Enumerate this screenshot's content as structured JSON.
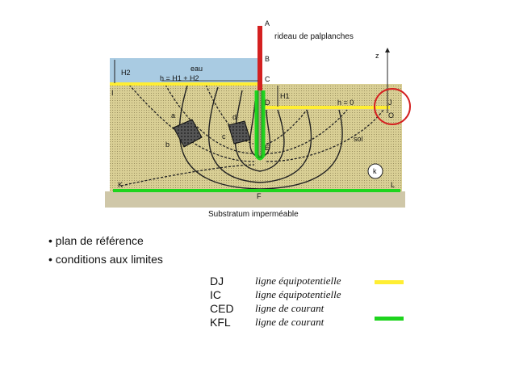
{
  "diagram": {
    "label_A": "A",
    "label_B": "B",
    "label_C": "C",
    "label_D": "D",
    "label_E": "E",
    "label_F": "F",
    "label_I": "I",
    "label_J": "J",
    "label_K": "K",
    "label_L": "L",
    "label_O": "O",
    "label_z": "z",
    "label_a": "a",
    "label_b": "b",
    "label_c": "c",
    "label_d": "d",
    "label_k": "k",
    "label_H1": "H1",
    "label_H2": "H2",
    "label_eau": "eau",
    "label_h_eq": "h = H1 + H2",
    "label_h0": "h = 0",
    "label_sol": "sol",
    "label_rideau": "rideau de palplanches",
    "label_substratum": "Substratum imperméable"
  },
  "bullets": [
    "plan de référence",
    "conditions aux limites"
  ],
  "legend": [
    {
      "code": "DJ",
      "desc": "ligne équipotentielle",
      "color": "#ffee33"
    },
    {
      "code": "IC",
      "desc": "ligne équipotentielle",
      "color": ""
    },
    {
      "code": "CED",
      "desc": "ligne de courant",
      "color": ""
    },
    {
      "code": "KFL",
      "desc": "ligne de courant",
      "color": "#1ed41e"
    }
  ],
  "colors": {
    "water": "#a9cbe2",
    "soil": "#d9cf95",
    "yellow": "#ffee33",
    "green": "#1ed41e",
    "red": "#d42020"
  }
}
